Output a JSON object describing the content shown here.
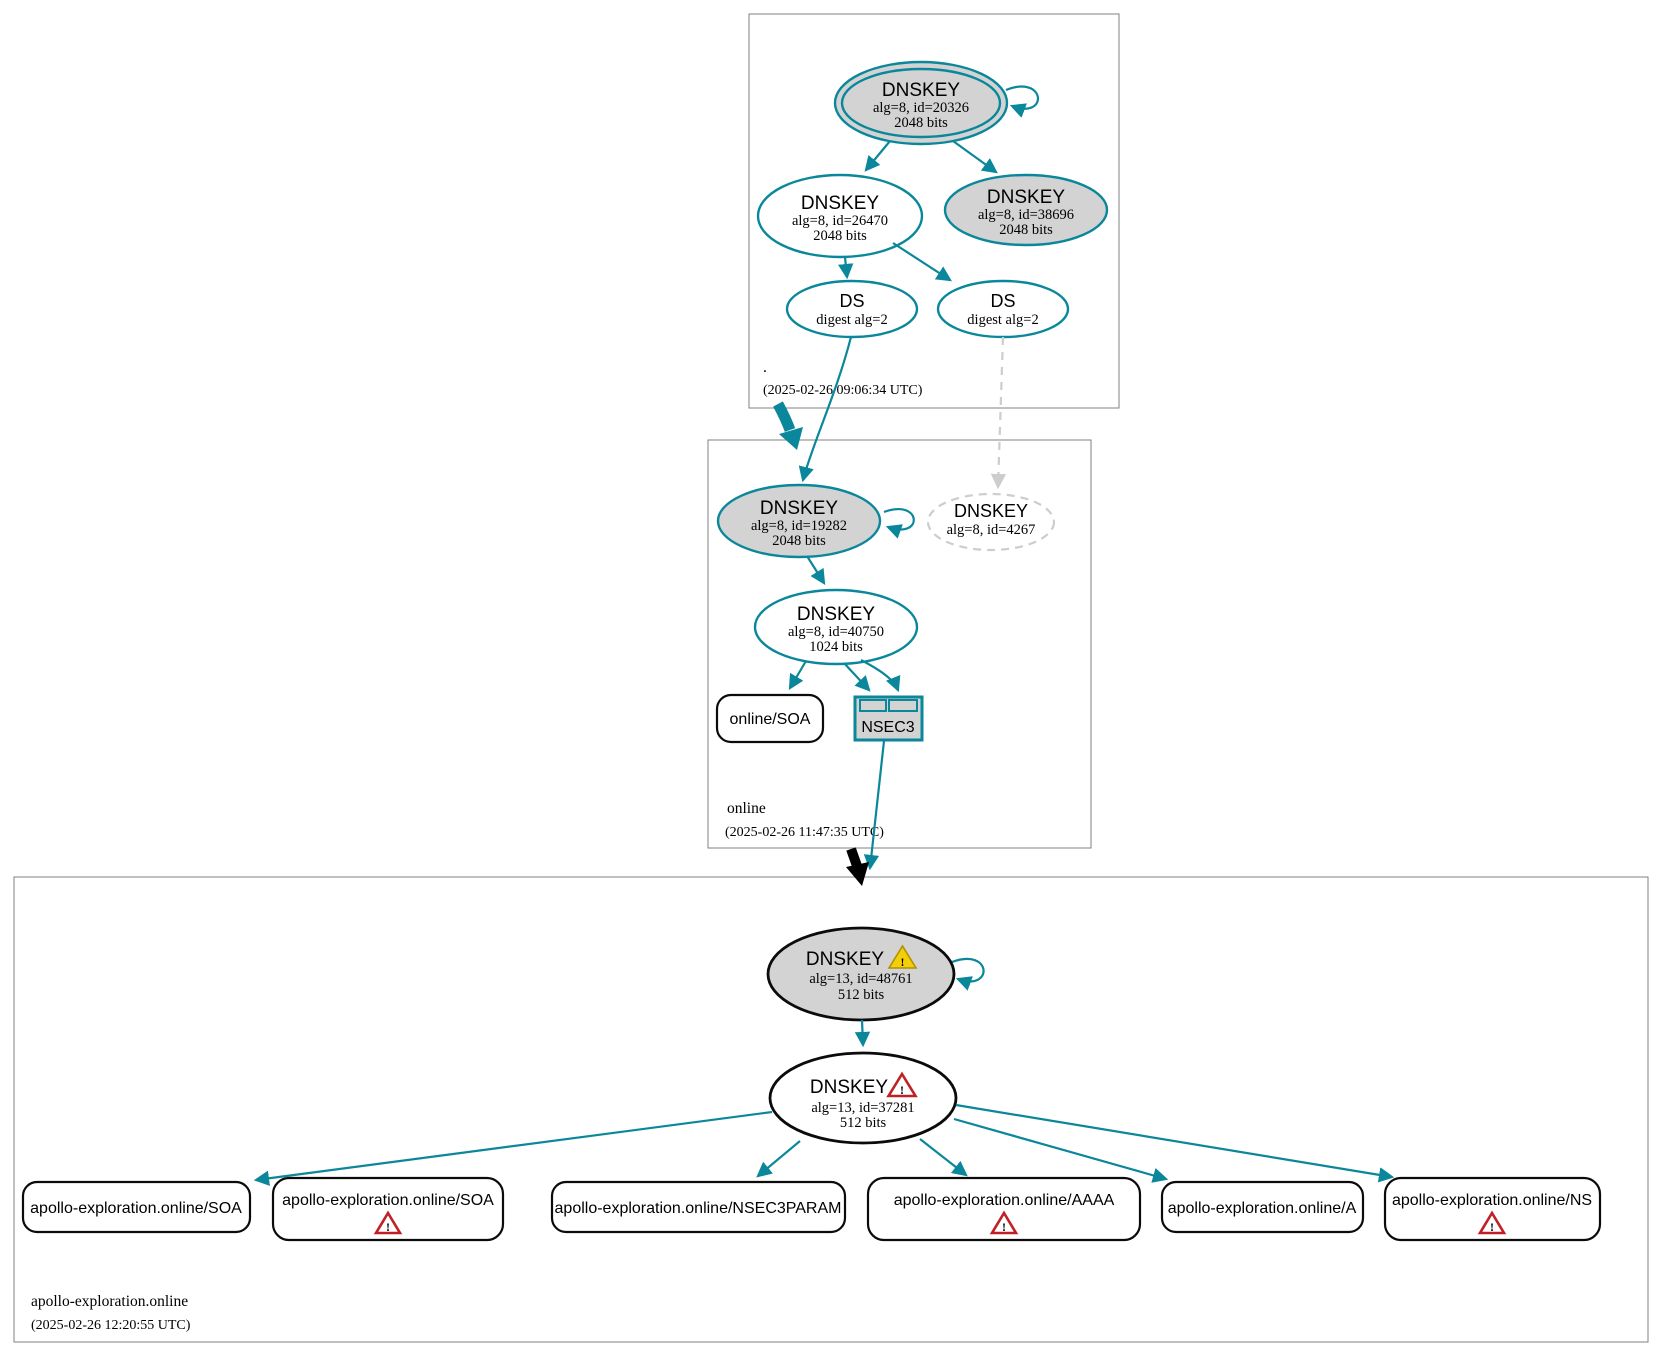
{
  "colors": {
    "secure_teal": "#0a879a",
    "node_gray_fill": "#d3d3d3",
    "dashed_gray": "#cdcdcd",
    "warning_yellow": "#f4cf09",
    "error_red": "#bf2026",
    "insecure_black": "#000000"
  },
  "icons": {
    "exclamation": "!"
  },
  "zones": {
    "root": {
      "label": ".",
      "timestamp": "(2025-02-26 09:06:34 UTC)",
      "ksk": {
        "title": "DNSKEY",
        "detail": "alg=8, id=20326",
        "bits": "2048 bits"
      },
      "zsk": {
        "title": "DNSKEY",
        "detail": "alg=8, id=26470",
        "bits": "2048 bits"
      },
      "ksk2": {
        "title": "DNSKEY",
        "detail": "alg=8, id=38696",
        "bits": "2048 bits"
      },
      "ds1": {
        "title": "DS",
        "detail": "digest alg=2"
      },
      "ds2": {
        "title": "DS",
        "detail": "digest alg=2"
      }
    },
    "online": {
      "label": "online",
      "timestamp": "(2025-02-26 11:47:35 UTC)",
      "ksk": {
        "title": "DNSKEY",
        "detail": "alg=8, id=19282",
        "bits": "2048 bits"
      },
      "missing_key": {
        "title": "DNSKEY",
        "detail": "alg=8, id=4267"
      },
      "zsk": {
        "title": "DNSKEY",
        "detail": "alg=8, id=40750",
        "bits": "1024 bits"
      },
      "soa_label": "online/SOA",
      "nsec3_label": "NSEC3"
    },
    "apollo": {
      "label": "apollo-exploration.online",
      "timestamp": "(2025-02-26 12:20:55 UTC)",
      "ksk": {
        "title": "DNSKEY",
        "detail": "alg=13, id=48761",
        "bits": "512 bits"
      },
      "zsk": {
        "title": "DNSKEY",
        "detail": "alg=13, id=37281",
        "bits": "512 bits"
      },
      "rrsets": [
        {
          "label": "apollo-exploration.online/SOA"
        },
        {
          "label": "apollo-exploration.online/SOA"
        },
        {
          "label": "apollo-exploration.online/NSEC3PARAM"
        },
        {
          "label": "apollo-exploration.online/AAAA"
        },
        {
          "label": "apollo-exploration.online/A"
        },
        {
          "label": "apollo-exploration.online/NS"
        }
      ]
    }
  }
}
